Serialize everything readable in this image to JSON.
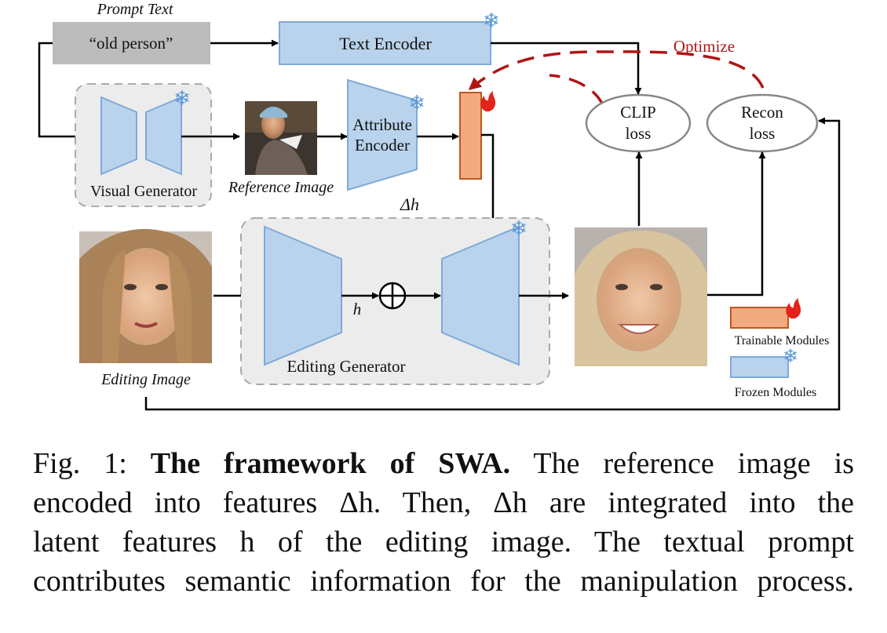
{
  "diagram": {
    "prompt_label": "Prompt Text",
    "prompt_value": "“old person”",
    "text_encoder": "Text Encoder",
    "visual_generator": "Visual Generator",
    "reference_image": "Reference Image",
    "attribute_encoder_line1": "Attribute",
    "attribute_encoder_line2": "Encoder",
    "clip_loss_line1": "CLIP",
    "clip_loss_line2": "loss",
    "recon_loss_line1": "Recon",
    "recon_loss_line2": "loss",
    "optimize": "Optimize",
    "delta_h": "Δh",
    "h": "h",
    "editing_generator": "Editing Generator",
    "editing_image": "Editing Image",
    "legend_trainable": "Trainable Modules",
    "legend_frozen": "Frozen Modules"
  },
  "caption": {
    "prefix": "Fig. 1: ",
    "bold": "The framework of SWA.",
    "line1_rest": " The reference image is",
    "line2": "encoded into features Δh. Then, Δh are integrated into the",
    "line3": "latent features h of the editing image. The textual prompt",
    "line4": "contributes semantic information for the manipulation process."
  },
  "colors": {
    "frozen_fill": "#b9d3ec",
    "frozen_stroke": "#7ea9d8",
    "trainable_fill": "#f4aa80",
    "trainable_stroke": "#c0561f",
    "optimize_red": "#b01515",
    "prompt_gray": "#bcbcbc",
    "group_gray": "#ececec"
  }
}
